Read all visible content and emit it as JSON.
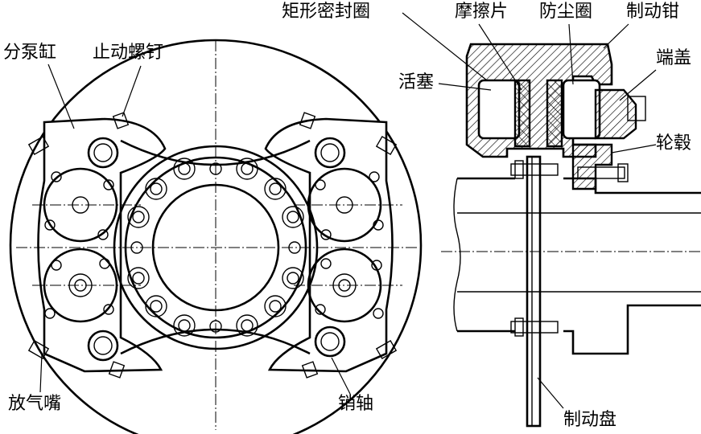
{
  "labels": {
    "cylinder": "分泵缸",
    "stop_screw": "止动螺钉",
    "bleeder": "放气嘴",
    "pin_shaft": "销轴",
    "rect_seal": "矩形密封圈",
    "friction_pad": "摩擦片",
    "dust_seal": "防尘圈",
    "caliper": "制动钳",
    "piston": "活塞",
    "end_cap": "端盖",
    "hub": "轮毂",
    "brake_disc": "制动盘"
  },
  "colors": {
    "line": "#000000",
    "background": "#ffffff"
  }
}
